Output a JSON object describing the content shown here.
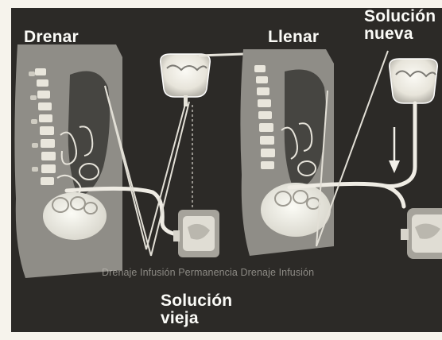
{
  "labels": {
    "drain": "Drenar",
    "fill": "Llenar",
    "new_solution_line1": "Solución",
    "new_solution_line2": "nueva",
    "old_solution_line1": "Solución",
    "old_solution_line2": "vieja"
  },
  "caption": "Drenaje Infusión Permanencia Drenaje Infusión",
  "colors": {
    "panel": "#2c2a27",
    "body": "#8f8d87",
    "tube": "#efece4",
    "label": "#fbfbf7"
  },
  "icons": {
    "left_body": "torso-cross-section",
    "right_body": "torso-cross-section",
    "top_bag": "fluid-bag-icon",
    "bottom_bag": "drain-bag-icon",
    "arrow": "arrow-down-icon"
  }
}
